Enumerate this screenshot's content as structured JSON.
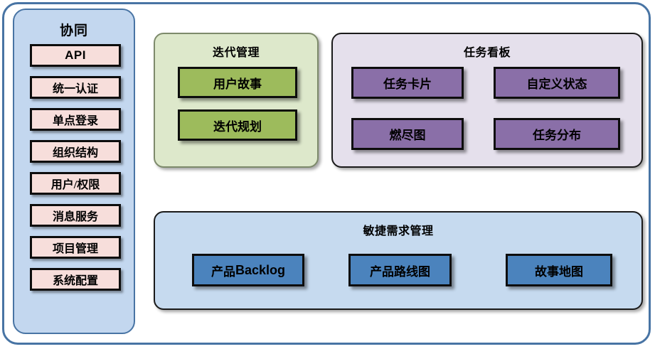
{
  "diagram": {
    "sidebar": {
      "title": "协同",
      "items": [
        {
          "label": "API"
        },
        {
          "label": "统一认证"
        },
        {
          "label": "单点登录"
        },
        {
          "label": "组织结构"
        },
        {
          "label": "用户/权限"
        },
        {
          "label": "消息服务"
        },
        {
          "label": "项目管理"
        },
        {
          "label": "系统配置"
        }
      ]
    },
    "panels": [
      {
        "id": "iteration",
        "title": "迭代管理",
        "color": "#dde8cb",
        "box_color": "#9dbb5c",
        "boxes": [
          {
            "label": "用户故事"
          },
          {
            "label": "迭代规划"
          }
        ]
      },
      {
        "id": "taskboard",
        "title": "任务看板",
        "color": "#e5e0ec",
        "box_color": "#8a6fa8",
        "boxes": [
          {
            "label": "任务卡片"
          },
          {
            "label": "自定义状态"
          },
          {
            "label": "燃尽图"
          },
          {
            "label": "任务分布"
          }
        ]
      },
      {
        "id": "agile",
        "title": "敏捷需求管理",
        "color": "#c6daef",
        "box_color": "#4b83bd",
        "boxes": [
          {
            "label_cjk": "产品",
            "label_latin": "Backlog"
          },
          {
            "label": "产品路线图"
          },
          {
            "label": "故事地图"
          }
        ]
      }
    ],
    "accent_frame_color": "#4874a4",
    "sidebar_color": "#c3d7ef",
    "chip_color": "#f7dedb"
  }
}
